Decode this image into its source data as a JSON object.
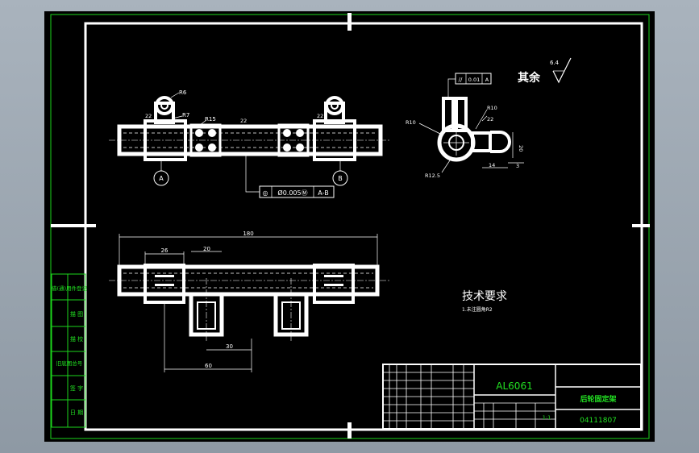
{
  "drawing": {
    "roughness_label": "其余",
    "roughness_value": "6.4",
    "tech_title": "技术要求",
    "tech_note": "1.未注圆角R2",
    "material": "AL6061",
    "part_name": "后轮固定架",
    "drawing_number": "04111807",
    "scale": "1:1",
    "tolerance_frame": [
      "◎",
      "Ø0.005Ⓜ",
      "A-B"
    ],
    "parallel_frame": [
      "//",
      "0.01",
      "A"
    ],
    "datum_a": "A",
    "datum_b": "B",
    "dims": {
      "r6": "R6",
      "r7": "R7",
      "r15": "R15",
      "d22a": "22",
      "d22b": "22",
      "d22c": "22",
      "r10a": "R10",
      "r10b": "R10",
      "r125": "R12.5",
      "d20v": "20",
      "d14": "14",
      "d3": "3",
      "d180": "180",
      "d26": "26",
      "d20": "20",
      "d30": "30",
      "d60": "60"
    },
    "left_cells": [
      "借(通)用件登记",
      "描 图",
      "描 校",
      "旧底图总号",
      "签 字",
      "日 期"
    ]
  },
  "colors": {
    "background": "#000000",
    "lines": "#ffffff",
    "title_text": "#22e022",
    "outer_frame": "#1cd61c"
  }
}
